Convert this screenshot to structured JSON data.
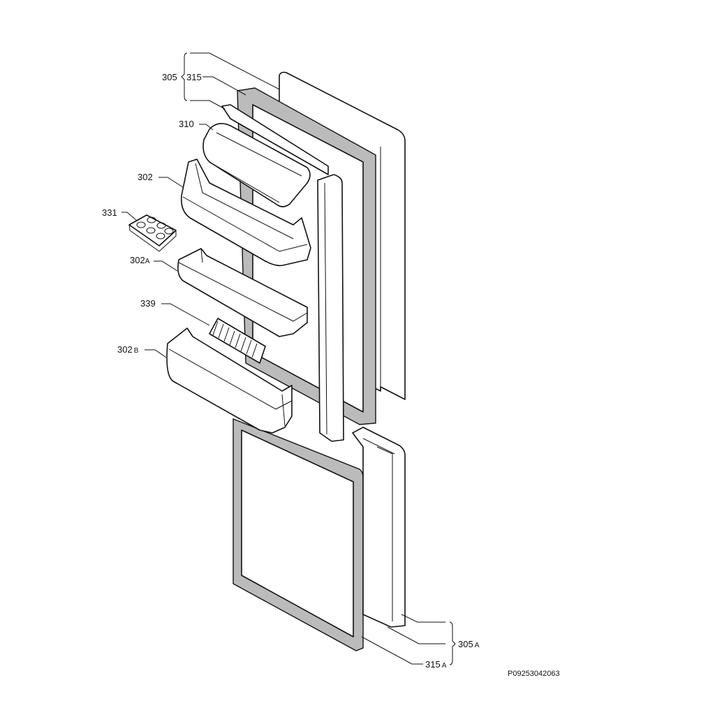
{
  "diagram": {
    "type": "exploded parts diagram - refrigerator doors",
    "labels": {
      "p305": "305",
      "p315": "315",
      "p310": "310",
      "p302": "302",
      "p331": "331",
      "p302a_num": "302",
      "p302a_suffix": "A",
      "p339": "339",
      "p302b_num": "302",
      "p302b_suffix": "B",
      "p305a_num": "305",
      "p305a_suffix": "A",
      "p315a_num": "315",
      "p315a_suffix": "A"
    },
    "drawing_code": "P09253042063"
  }
}
